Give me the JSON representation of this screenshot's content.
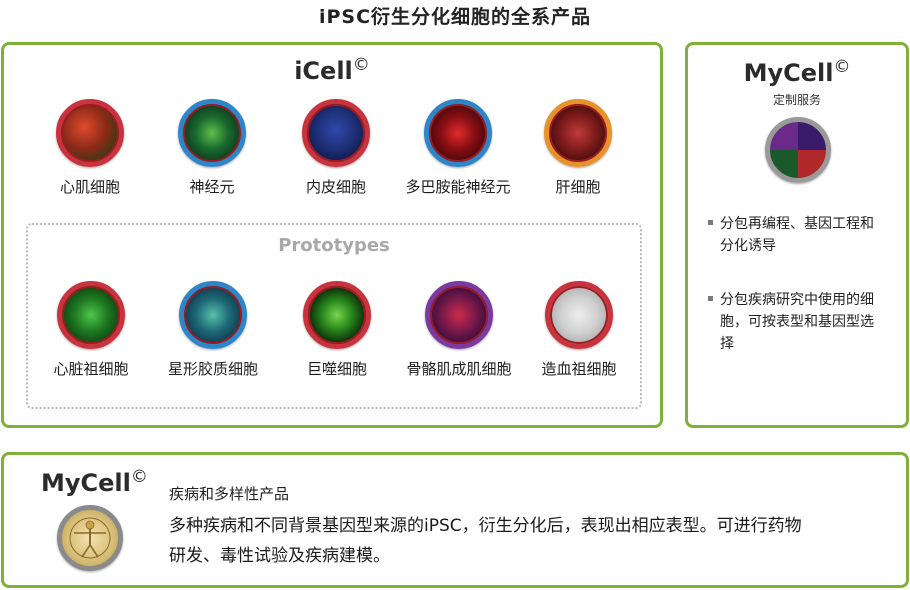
{
  "page_title": "iPSC衍生分化细胞的全系产品",
  "icell": {
    "brand": "iCell",
    "mark": "©",
    "products": [
      {
        "label": "心肌细胞",
        "color": "#c9333d",
        "fill": "radial-gradient(circle at 40% 40%, #e14a2d 0%, #8a2a18 45%, #3a3a12 75%, #1a1a0a 100%)"
      },
      {
        "label": "神经元",
        "color": "#2e86c8",
        "fill": "radial-gradient(circle at 50% 50%, #5fbf4a 0%, #1a6a2e 40%, #0b2e1a 80%, #04150b 100%)"
      },
      {
        "label": "内皮细胞",
        "color": "#c9333d",
        "fill": "radial-gradient(circle at 50% 45%, #2f4aa8 0%, #1e2f78 45%, #0c1644 80%, #050a22 100%)"
      },
      {
        "label": "多巴胺能神经元",
        "color": "#2e86c8",
        "fill": "radial-gradient(circle at 50% 50%, #e02a2a 0%, #8a0f14 40%, #3a0608 80%, #150203 100%)"
      },
      {
        "label": "肝细胞",
        "color": "#e8922a",
        "fill": "radial-gradient(circle at 50% 50%, #c03a3a 0%, #7a1a1a 45%, #3a0a0a 80%, #1a0505 100%)"
      }
    ]
  },
  "prototypes": {
    "title": "Prototypes",
    "products": [
      {
        "label": "心脏祖细胞",
        "color": "#c9333d",
        "fill": "radial-gradient(circle at 50% 50%, #4fc64a 0%, #1f7a22 40%, #0a3a0c 80%, #031604 100%)"
      },
      {
        "label": "星形胶质细胞",
        "color": "#2e86c8",
        "fill": "radial-gradient(circle at 50% 50%, #59c0a8 0%, #1f6a78 40%, #0c2f44 80%, #051522 100%)"
      },
      {
        "label": "巨噬细胞",
        "color": "#c9333d",
        "fill": "radial-gradient(circle at 50% 50%, #7ad44a 0%, #2a8a1e 35%, #0a2a08 70%, #020902 100%)"
      },
      {
        "label": "骨骼肌成肌细胞",
        "color": "#7a3aa0",
        "fill": "radial-gradient(circle at 50% 50%, #d02a4a 0%, #7a1a4a 40%, #2a0a3a 80%, #10051a 100%)"
      },
      {
        "label": "造血祖细胞",
        "color": "#c9333d",
        "fill": "radial-gradient(circle at 50% 50%, #eeeeee 0%, #cfcfcf 45%, #a8a8a8 80%, #8a8a8a 100%)"
      }
    ]
  },
  "mycell_custom": {
    "brand": "MyCell",
    "mark": "©",
    "subtitle": "定制服务",
    "bullets": [
      [
        "分包再编程、基因工程和",
        "分化诱导"
      ],
      [
        "分包疾病研究中使用的细",
        "胞，可按表型和基因型选",
        "择"
      ]
    ]
  },
  "mycell_disease": {
    "brand": "MyCell",
    "mark": "©",
    "heading": "疾病和多样性产品",
    "description_line1": "多种疾病和不同背景基因型来源的iPSC，衍生分化后，表现出相应表型。可进行药物",
    "description_line2": "研发、毒性试验及疾病建模。"
  },
  "colors": {
    "frame_green": "#7fb03a",
    "prototype_gray": "#a8a8a8"
  }
}
